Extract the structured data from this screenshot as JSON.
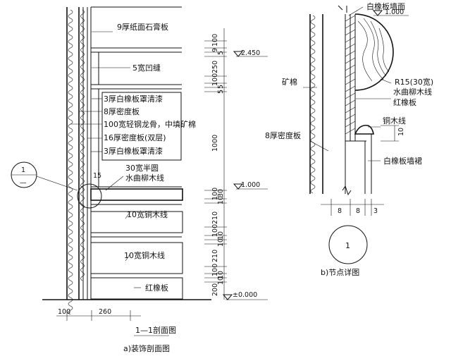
{
  "section_a": {
    "labels": [
      "9厚纸面石膏板",
      "5宽凹缝",
      "3厚白橡板罩清漆",
      "8厚密度板",
      "100宽轻钢龙骨，中填矿棉",
      "16厚密度板(双层)",
      "3厚白橡板罩清漆",
      "30宽半圆",
      "水曲柳木线",
      "10宽铜木线",
      "10宽铜木线",
      "红橡板"
    ],
    "callout_number": "1",
    "callout_ref": "—",
    "dim_15": "15",
    "dim_v_top": [
      "100",
      "9",
      "5",
      "250",
      "100",
      "5",
      "5"
    ],
    "dim_1000": "1000",
    "dim_v_bottom": [
      "100",
      "10",
      "30",
      "210",
      "100",
      "10",
      "10",
      "210",
      "100",
      "10",
      "10",
      "200"
    ],
    "elev_2450": "2.450",
    "elev_1000": "1.000",
    "elev_0": "±0.000",
    "dim_h_100": "100",
    "dim_h_260": "260",
    "section_title": "1—1剖面图",
    "caption": "a)装饰剖面图"
  },
  "detail_b": {
    "labels": {
      "top": "白橡板墙面",
      "mineral_wool": "矿棉",
      "r15": "R15(30宽)",
      "r15_sub": "水曲柳木线",
      "red_oak": "红橡板",
      "copper_line": "铜木线",
      "mdf": "8厚密度板",
      "skirting": "白橡板墙裙"
    },
    "elevation": "1.000",
    "dim_10": "10",
    "dim_h": [
      "8",
      "8",
      "3"
    ],
    "node_number": "1",
    "caption": "b)节点详图"
  }
}
